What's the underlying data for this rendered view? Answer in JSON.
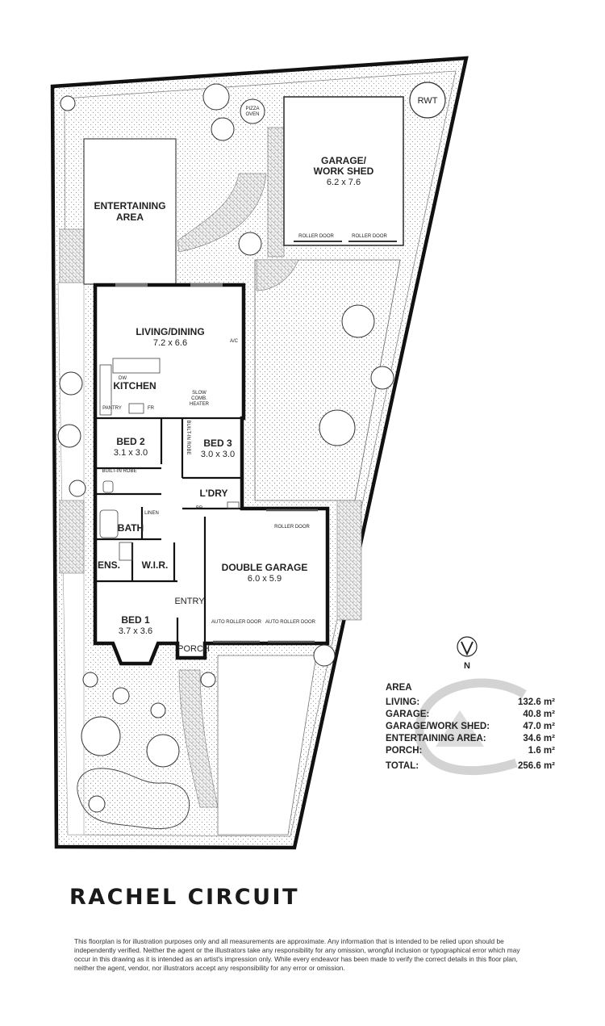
{
  "street_name": "RACHEL CIRCUIT",
  "north_label": "N",
  "rooms": {
    "entertaining": {
      "label_line1": "ENTERTAINING",
      "label_line2": "AREA"
    },
    "garage_shed": {
      "label_line1": "GARAGE/",
      "label_line2": "WORK SHED",
      "dims": "6.2 x 7.6",
      "door1": "ROLLER DOOR",
      "door2": "ROLLER DOOR"
    },
    "living": {
      "label": "LIVING/DINING",
      "dims": "7.2 x 6.6",
      "ac": "A/C"
    },
    "kitchen": {
      "label": "KITCHEN",
      "dw": "DW",
      "pantry": "PANTRY",
      "fr": "FR"
    },
    "heater": {
      "line1": "SLOW",
      "line2": "COMB.",
      "line3": "HEATER"
    },
    "bed2": {
      "label": "BED 2",
      "dims": "3.1 x 3.0",
      "robe": "BUILT-IN ROBE"
    },
    "bed3": {
      "label": "BED 3",
      "dims": "3.0 x 3.0",
      "robe": "BUILT-IN ROBE"
    },
    "laundry": {
      "label": "L'DRY",
      "br": "BR"
    },
    "bath": {
      "label": "BATH",
      "linen": "LINEN"
    },
    "ens": {
      "label": "ENS."
    },
    "wir": {
      "label": "W.I.R."
    },
    "bed1": {
      "label": "BED 1",
      "dims": "3.7 x 3.6"
    },
    "entry": {
      "label": "ENTRY"
    },
    "porch": {
      "label": "PORCH"
    },
    "double_garage": {
      "label": "DOUBLE GARAGE",
      "dims": "6.0 x 5.9",
      "door_rear": "ROLLER DOOR",
      "door1": "AUTO ROLLER DOOR",
      "door2": "AUTO ROLLER DOOR"
    },
    "rwt": "RWT",
    "pizza": {
      "line1": "PIZZA",
      "line2": "OVEN"
    }
  },
  "area": {
    "heading": "AREA",
    "rows": [
      {
        "label": "LIVING:",
        "value": "132.6 m²"
      },
      {
        "label": "GARAGE:",
        "value": "40.8 m²"
      },
      {
        "label": "GARAGE/WORK SHED:",
        "value": "47.0 m²"
      },
      {
        "label": "ENTERTAINING AREA:",
        "value": "34.6 m²"
      },
      {
        "label": "PORCH:",
        "value": "1.6 m²"
      }
    ],
    "total": {
      "label": "TOTAL:",
      "value": "256.6 m²"
    }
  },
  "disclaimer": "This floorplan is for illustration purposes only and all measurements are approximate. Any information that is intended to be relied upon should be independently verified. Neither the agent or the illustrators take any responsibility for any omission, wrongful inclusion or typographical error which may occur in this drawing as it is intended as an artist's impression only. While every endeavor has been made to verify the correct details in this floor plan, neither the agent, vendor, nor illustrators accept any responsibility for any error or omission."
}
